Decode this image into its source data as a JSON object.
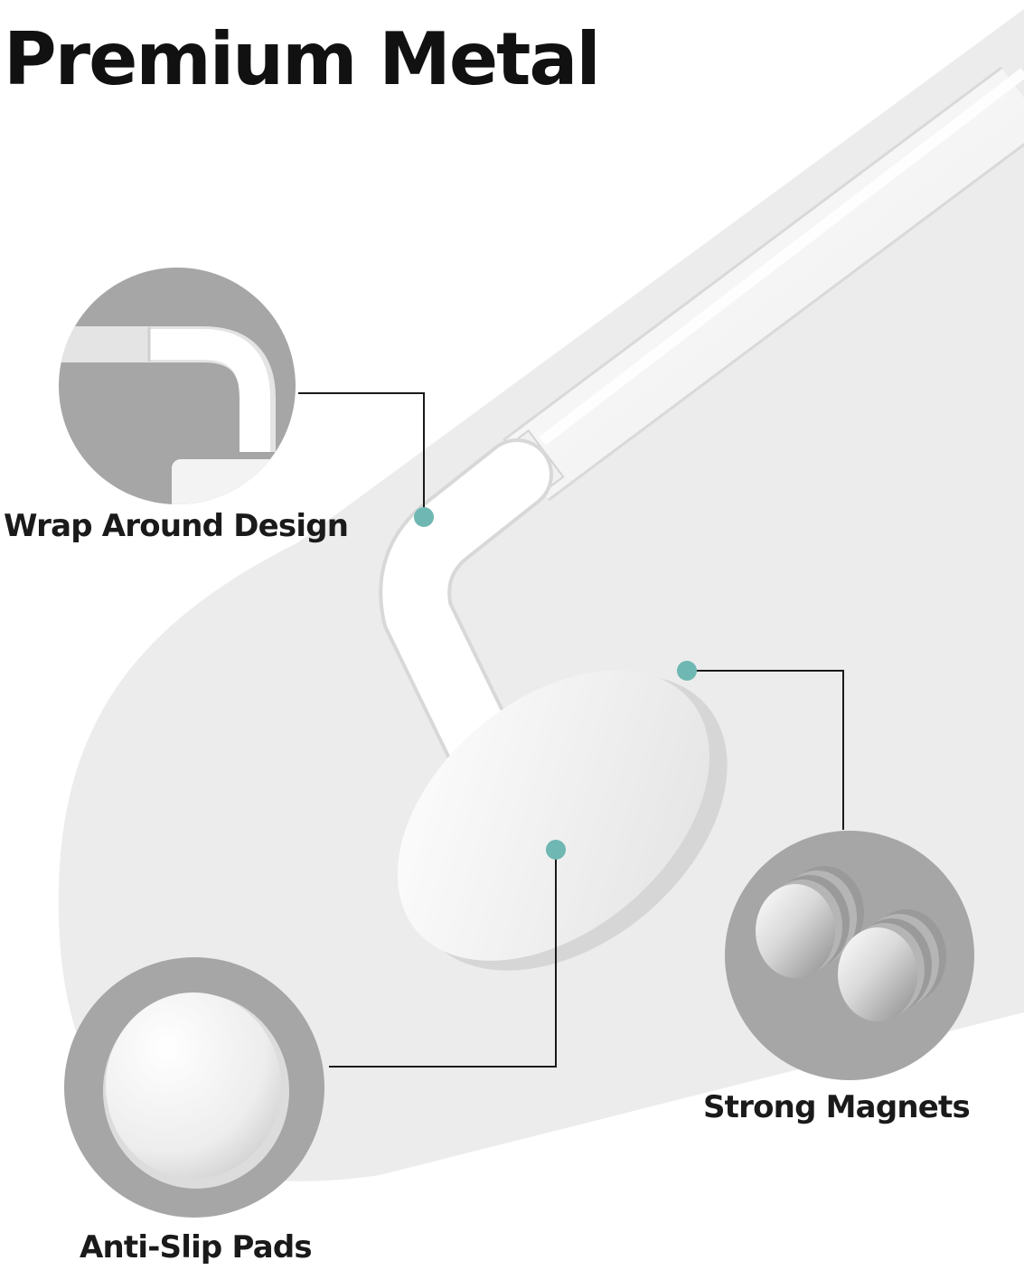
{
  "title": "Premium Metal",
  "features": [
    {
      "id": "wrap-around",
      "label": "Wrap Around Design",
      "icon": "curtain-rod-elbow"
    },
    {
      "id": "magnets",
      "label": "Strong Magnets",
      "icon": "magnet-stack"
    },
    {
      "id": "anti-slip",
      "label": "Anti-Slip Pads",
      "icon": "silicone-pad"
    }
  ],
  "colors": {
    "background": "#ffffff",
    "band": "#ececec",
    "rod": "#ffffff",
    "circle": "#a6a6a6",
    "callout_dot": "#6fb7b3",
    "callout_line": "#1a1a1a"
  }
}
